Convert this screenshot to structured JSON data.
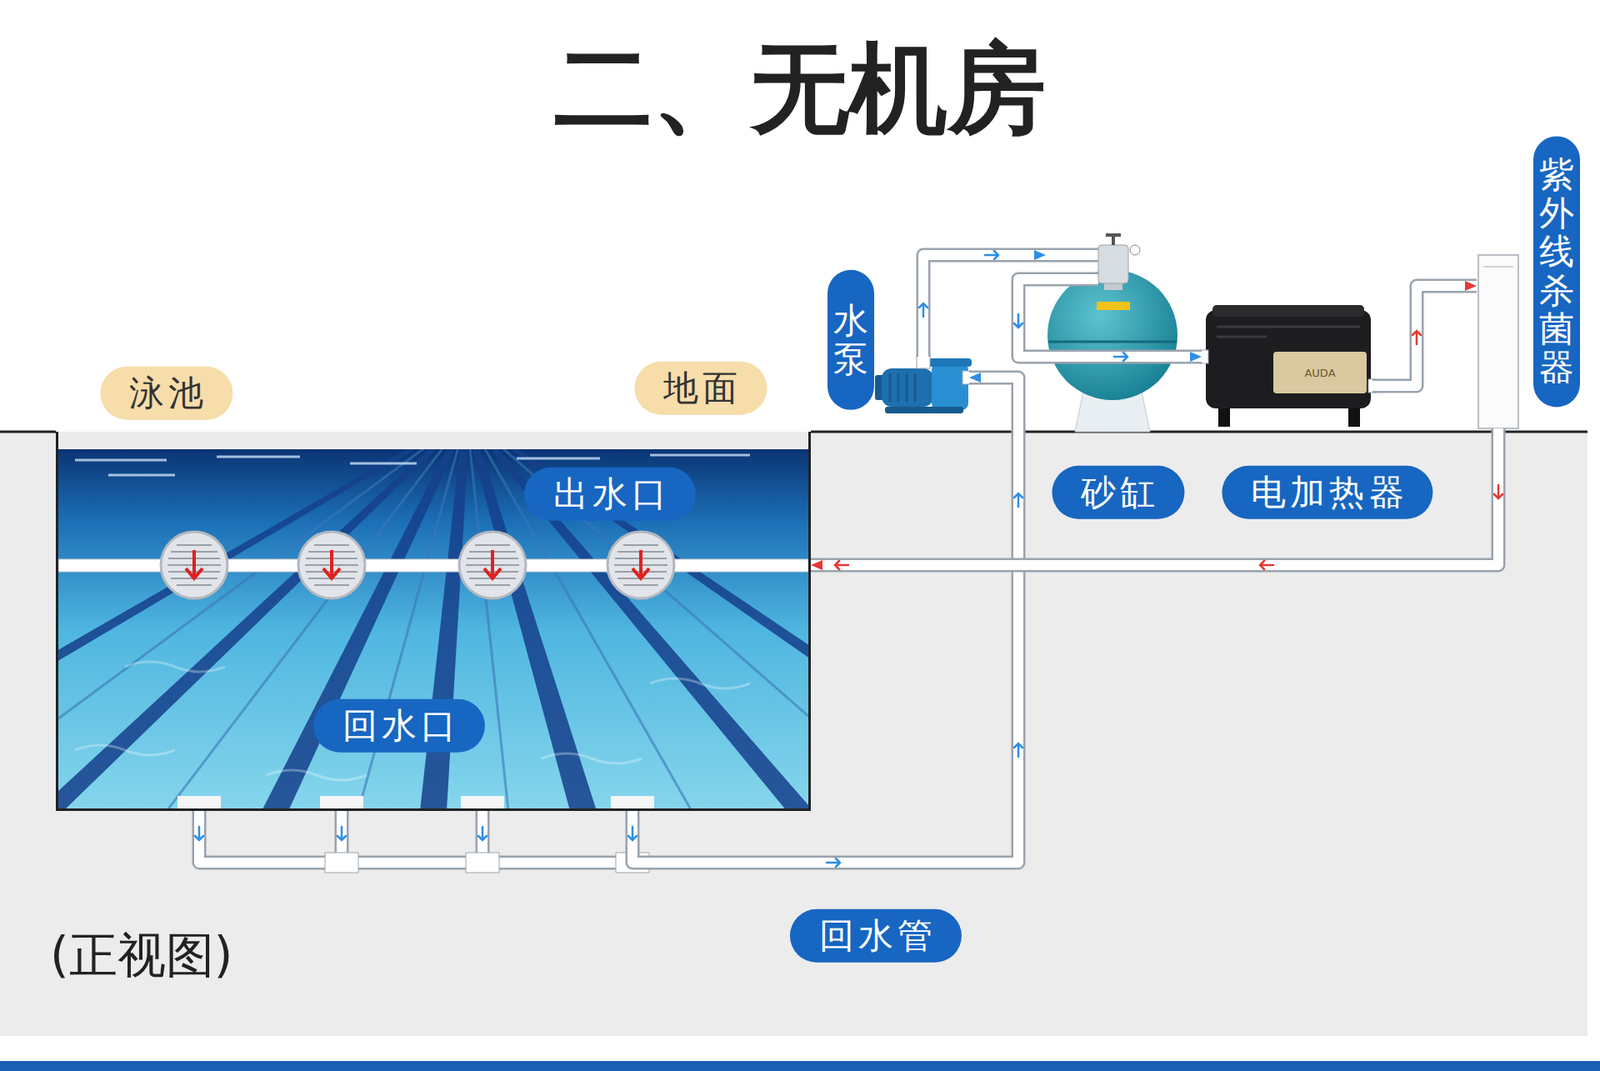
{
  "diagram": {
    "title": "二、无机房",
    "caption": "(正视图)",
    "nodes": [
      {
        "text": [
          "泳池"
        ]
      },
      {
        "text": [
          "出水口"
        ],
        "in": 0
      },
      {
        "text": [
          "回水口"
        ],
        "in": 0
      },
      {
        "text": [
          "地面"
        ]
      },
      {
        "text": [
          "水泵"
        ]
      },
      {
        "text": [
          "砂缸"
        ]
      },
      {
        "text": [
          "电加热器"
        ]
      },
      {
        "text": [
          "紫外线杀菌器"
        ]
      }
    ],
    "edges": [
      {
        "from": 0,
        "to": 4,
        "label": "回水管",
        "arrow": "to"
      },
      {
        "from": 4,
        "to": 5,
        "arrow": "to"
      },
      {
        "from": 5,
        "to": 6,
        "arrow": "to"
      },
      {
        "from": 6,
        "to": 7,
        "arrow": "to"
      },
      {
        "from": 7,
        "to": 0,
        "arrow": "to"
      }
    ],
    "labels": [
      "AUDA"
    ]
  }
}
